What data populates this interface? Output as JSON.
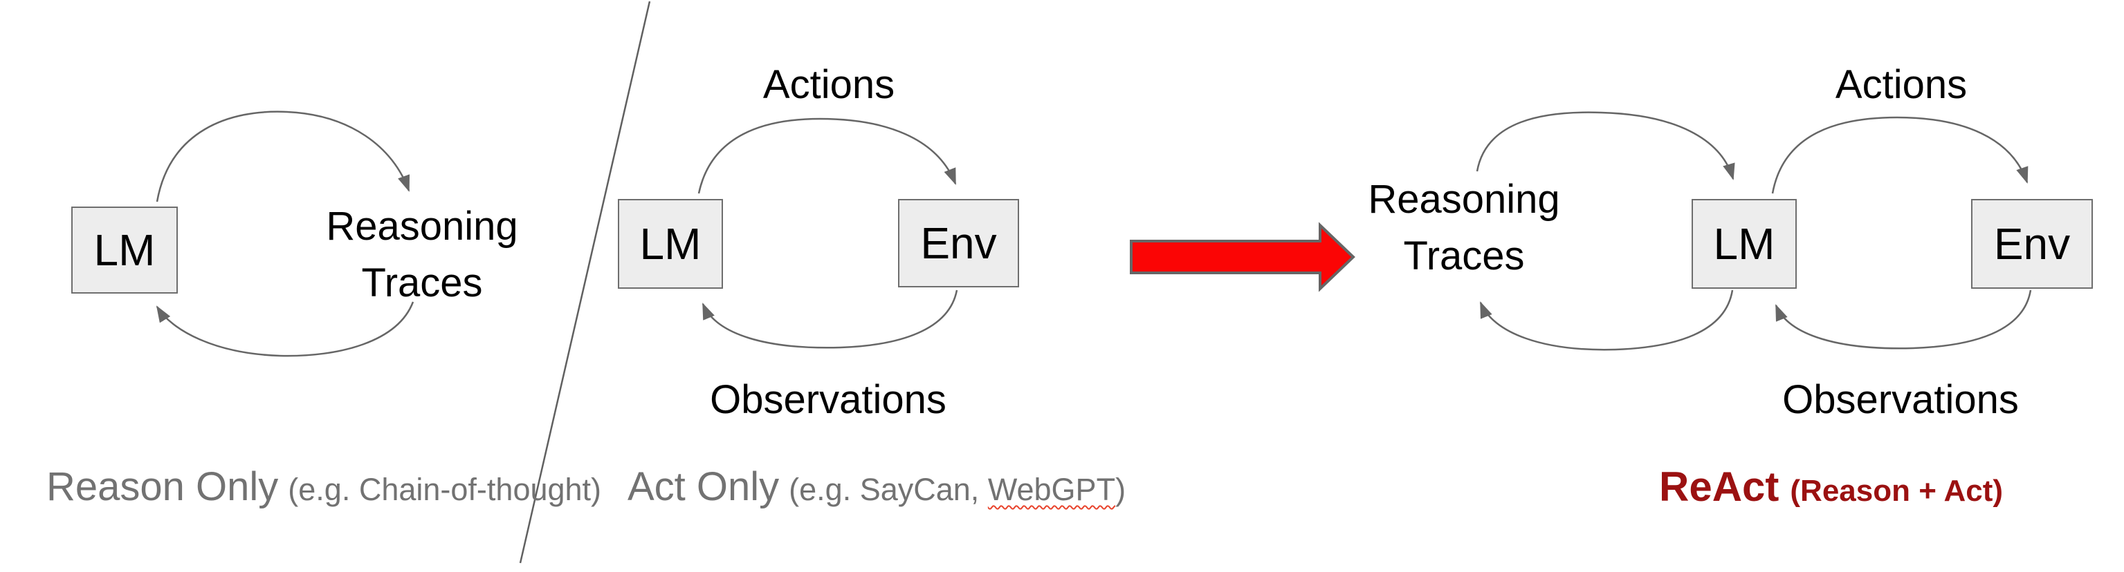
{
  "colors": {
    "background": "#ffffff",
    "box_fill": "#ededed",
    "box_border": "#6e6e6e",
    "arc_gray": "#666666",
    "caption_gray": "#727272",
    "label_black": "#000000",
    "react_red": "#9b1111",
    "big_arrow_red": "#fb0505",
    "spellcheck_squiggle_red": "#e8442d"
  },
  "panels": {
    "reason_only": {
      "lm_box": "LM",
      "loop_label": {
        "line1": "Reasoning",
        "line2": "Traces"
      },
      "caption": {
        "main": "Reason Only",
        "detail": "(e.g. Chain-of-thought)"
      }
    },
    "act_only": {
      "lm_box": "LM",
      "env_box": "Env",
      "top_label": "Actions",
      "bottom_label": "Observations",
      "caption": {
        "main": "Act Only",
        "detail_prefix": "(e.g. SayCan,",
        "misspelled_word": "WebGPT",
        "detail_suffix": ")"
      }
    },
    "react": {
      "loop_label": {
        "line1": "Reasoning",
        "line2": "Traces"
      },
      "lm_box": "LM",
      "env_box": "Env",
      "top_label": "Actions",
      "bottom_label": "Observations",
      "caption": {
        "main": "ReAct",
        "detail": "(Reason + Act)"
      }
    }
  }
}
